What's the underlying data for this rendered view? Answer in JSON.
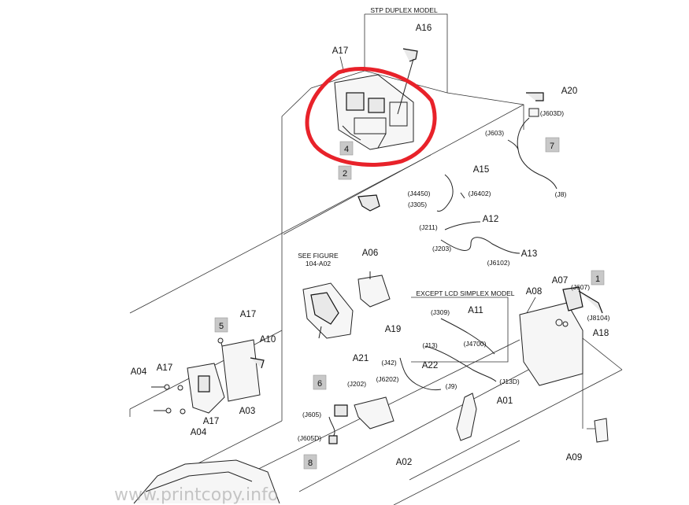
{
  "captions": {
    "stp_duplex": "STP DUPLEX MODEL",
    "see_figure_l1": "SEE FIGURE",
    "see_figure_l2": "104-A02",
    "except_lcd": "EXCEPT LCD SIMPLEX MODEL"
  },
  "callouts": {
    "A01": "A01",
    "A02": "A02",
    "A03": "A03",
    "A04": "A04",
    "A06": "A06",
    "A07": "A07",
    "A08": "A08",
    "A09": "A09",
    "A10": "A10",
    "A11": "A11",
    "A12": "A12",
    "A13": "A13",
    "A15": "A15",
    "A16": "A16",
    "A17": "A17",
    "A18": "A18",
    "A19": "A19",
    "A20": "A20",
    "A21": "A21",
    "A22": "A22"
  },
  "connectors": {
    "J603D": "(J603D)",
    "J603": "(J603)",
    "J8": "(J8)",
    "J4450": "(J4450)",
    "J6402": "(J6402)",
    "J305": "(J305)",
    "J211": "(J211)",
    "J203": "(J203)",
    "J6102": "(J6102)",
    "J607": "(J607)",
    "J8104": "(J8104)",
    "J309": "(J309)",
    "J4700": "(J4700)",
    "J13": "(J13)",
    "J42": "(J42)",
    "J202": "(J202)",
    "J6202": "(J6202)",
    "J9": "(J9)",
    "J13D": "(J13D)",
    "J605": "(J605)",
    "J605D": "(J605D)"
  },
  "badges": {
    "b1": "1",
    "b2": "2",
    "b4": "4",
    "b5": "5",
    "b6": "6",
    "b7": "7",
    "b8": "8"
  },
  "watermark": "www.printcopy.info",
  "colors": {
    "highlight": "#e8222a",
    "badge_fill": "#c8c8c8",
    "line": "#333333"
  }
}
